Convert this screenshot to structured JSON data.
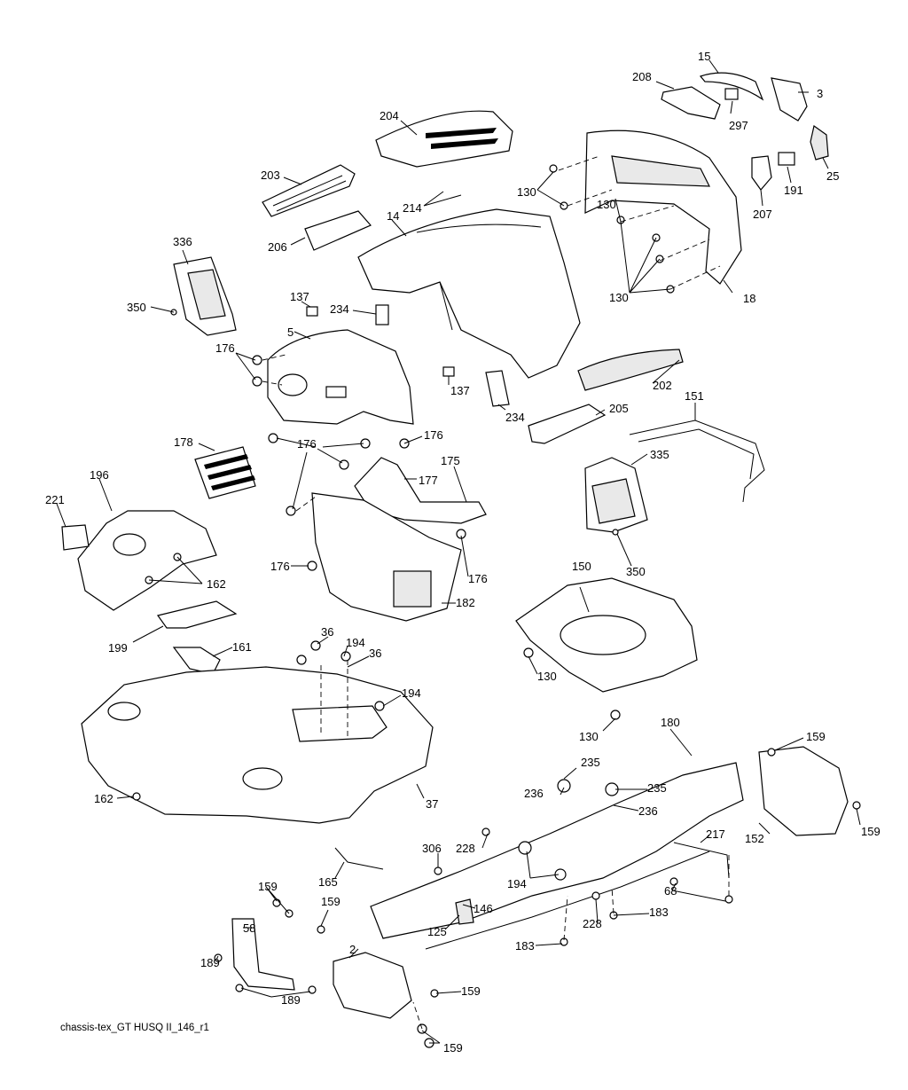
{
  "diagram": {
    "caption": "chassis-tex_GT HUSQ II_146_r1",
    "callouts": [
      "15",
      "208",
      "3",
      "297",
      "25",
      "191",
      "207",
      "204",
      "203",
      "130",
      "214",
      "130",
      "14",
      "206",
      "130",
      "18",
      "336",
      "137",
      "350",
      "234",
      "5",
      "176",
      "137",
      "202",
      "234",
      "205",
      "151",
      "178",
      "176",
      "176",
      "175",
      "177",
      "335",
      "196",
      "221",
      "162",
      "176",
      "350",
      "176",
      "182",
      "150",
      "199",
      "36",
      "161",
      "194",
      "36",
      "194",
      "130",
      "130",
      "180",
      "159",
      "37",
      "235",
      "236",
      "235",
      "236",
      "162",
      "228",
      "217",
      "152",
      "159",
      "306",
      "194",
      "165",
      "68",
      "159",
      "146",
      "159",
      "228",
      "183",
      "58",
      "125",
      "183",
      "2",
      "189",
      "189",
      "159",
      "159"
    ]
  }
}
